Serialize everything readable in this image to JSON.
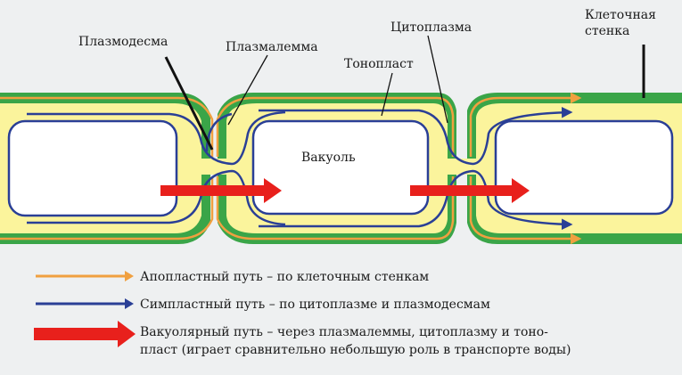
{
  "labels": {
    "plasmodesma": "Плазмодесма",
    "plasmalemma": "Плазмалемма",
    "tonoplast": "Тонопласт",
    "cytoplasm": "Цитоплазма",
    "cell_wall_line1": "Клеточная",
    "cell_wall_line2": "стенка",
    "vacuole": "Вакуоль"
  },
  "legend": {
    "apoplast": "Апопластный путь – по клеточным стенкам",
    "symplast": "Симпластный путь – по цитоплазме и плазмодесмам",
    "vacuolar_line1": "Вакуолярный путь – через плазмалеммы, цитоплазму и тоно-",
    "vacuolar_line2": "пласт (играет сравнительно небольшую роль в транспорте воды)"
  },
  "colors": {
    "background": "#eef0f1",
    "cell_wall": "#3aa548",
    "cytoplasm": "#fbf49c",
    "vacuole": "#ffffff",
    "apoplast_arrow": "#f0a040",
    "symplast_arrow": "#2a3f96",
    "vacuolar_arrow": "#e8201c",
    "pointer": "#111111"
  }
}
